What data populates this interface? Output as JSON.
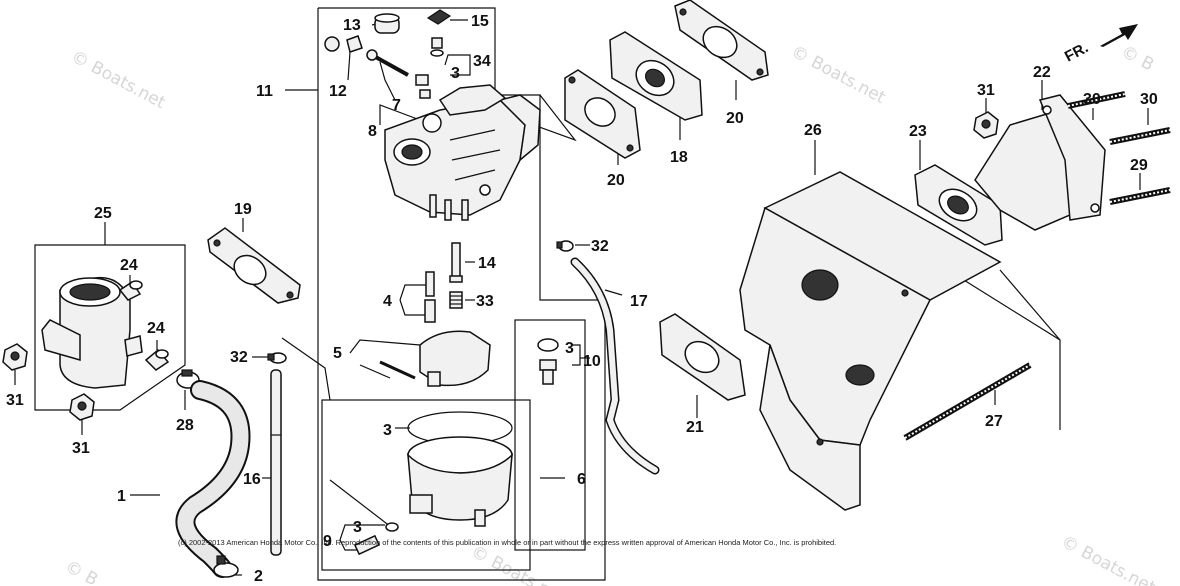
{
  "watermark": {
    "text": "© Boats.net",
    "text_short": "© B"
  },
  "copyright": "(c) 2002-2013 American Honda Motor Co., Inc. Reproduction of the contents of this publication in whole or in part without the express written approval of American Honda Motor Co., Inc. is prohibited.",
  "front_label": "FR.",
  "callouts": {
    "c1": "1",
    "c2": "2",
    "c3a": "3",
    "c3b": "3",
    "c3c": "3",
    "c3d": "3",
    "c4": "4",
    "c5": "5",
    "c6": "6",
    "c7": "7",
    "c8": "8",
    "c9": "9",
    "c10": "10",
    "c11": "11",
    "c12": "12",
    "c13": "13",
    "c14": "14",
    "c15": "15",
    "c16": "16",
    "c17": "17",
    "c18": "18",
    "c19": "19",
    "c20a": "20",
    "c20b": "20",
    "c21": "21",
    "c22": "22",
    "c23": "23",
    "c24a": "24",
    "c24b": "24",
    "c25": "25",
    "c26": "26",
    "c27": "27",
    "c28": "28",
    "c29": "29",
    "c30a": "30",
    "c30b": "30",
    "c31a": "31",
    "c31b": "31",
    "c31c": "31",
    "c32a": "32",
    "c32b": "32",
    "c33": "33",
    "c34": "34"
  }
}
